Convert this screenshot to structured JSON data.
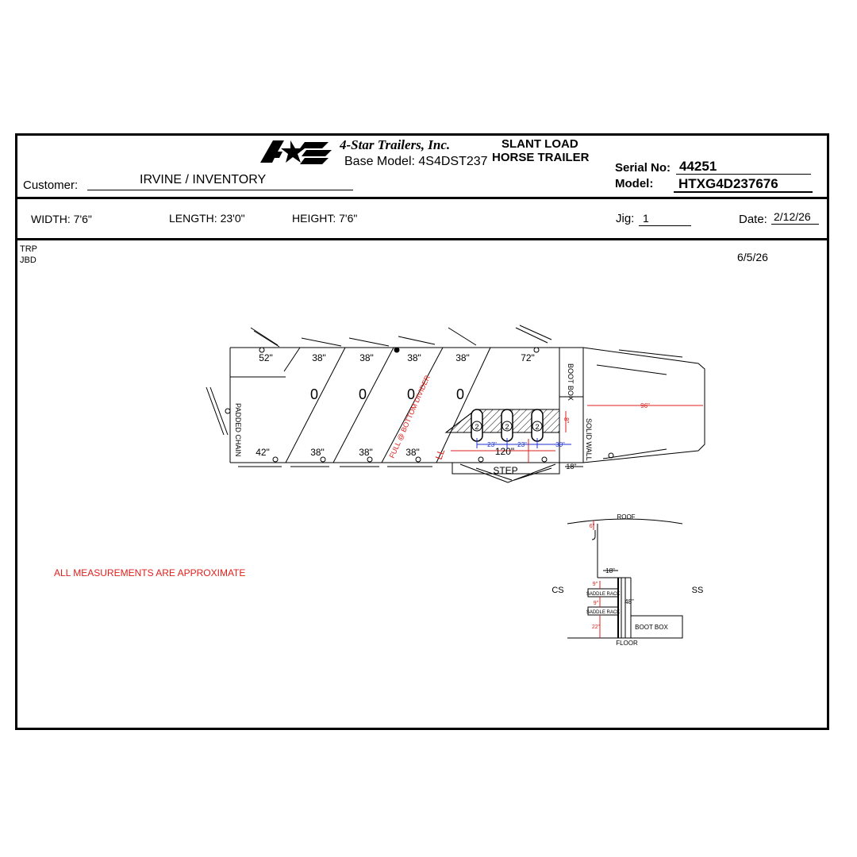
{
  "header": {
    "company": "4-Star Trailers, Inc.",
    "base_model_label": "Base Model:",
    "base_model": "4S4DST237",
    "title_line1": "SLANT LOAD",
    "title_line2": "HORSE TRAILER",
    "serial_label": "Serial No:",
    "serial": "44251",
    "model_label": "Model:",
    "model": "HTXG4D237676",
    "customer_label": "Customer:",
    "customer": "IRVINE / INVENTORY"
  },
  "specs": {
    "width_label": "WIDTH:",
    "width": "7'6\"",
    "length_label": "LENGTH:",
    "length": "23'0\"",
    "height_label": "HEIGHT:",
    "height": "7'6\"",
    "jig_label": "Jig:",
    "jig": "1",
    "date_label": "Date:",
    "date": "2/12/26"
  },
  "notes": {
    "initials1": "TRP",
    "initials2": "JBD",
    "date2": "6/5/26",
    "disclaimer": "ALL MEASUREMENTS ARE APPROXIMATE"
  },
  "plan": {
    "top_dims": [
      "52\"",
      "38\"",
      "38\"",
      "38\"",
      "38\"",
      "72\""
    ],
    "bottom_dims": [
      "42\"",
      "38\"",
      "38\"",
      "38\""
    ],
    "stall_marks": [
      "0",
      "0",
      "0",
      "0"
    ],
    "padded_chain": "PADDED CHAIN",
    "full_bottom_divider": "FULL @ BOTTOM DIVIDER",
    "boot_box": "BOOT BOX",
    "solid_wall": "SOLID WALL",
    "step": "STEP",
    "dim_120": "120\"",
    "dim_96": "96\"",
    "dim_18": "18\"",
    "dim_23a": "23\"",
    "dim_23b": "23\"",
    "dim_30": "30\"",
    "dim_small": "8\"",
    "saddle_num": "2",
    "ll_mark": "LL"
  },
  "section": {
    "roof": "ROOF",
    "floor": "FLOOR",
    "cs": "CS",
    "ss": "SS",
    "dim_6": "6\"",
    "dim_18": "18\"",
    "dim_9a": "9\"",
    "dim_9b": "9\"",
    "dim_48": "48\"",
    "dim_22": "22\"",
    "saddle_rack": "SADDLE RACK",
    "boot_box": "BOOT BOX"
  },
  "colors": {
    "red": "#e0201c",
    "blue": "#1c2fd0"
  }
}
